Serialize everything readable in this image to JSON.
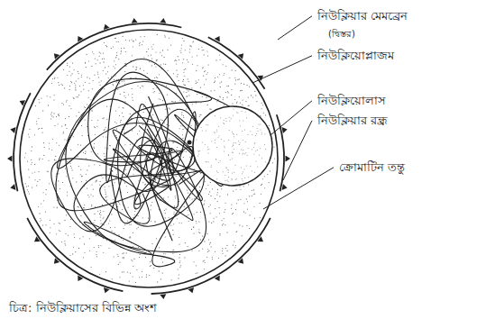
{
  "diagram": {
    "caption": "চিত্র: নিউক্লিয়াসের বিভিন্ন অংশ",
    "labels": [
      "নিউক্লিয়ার মেমব্রেন",
      "(দ্বিস্তর)",
      "নিউক্লিয়োপ্লাজম",
      "নিউক্লিয়োলাস",
      "নিউক্লিয়ার রন্ধ্র",
      "ক্রোমাটিন তন্তু"
    ]
  }
}
